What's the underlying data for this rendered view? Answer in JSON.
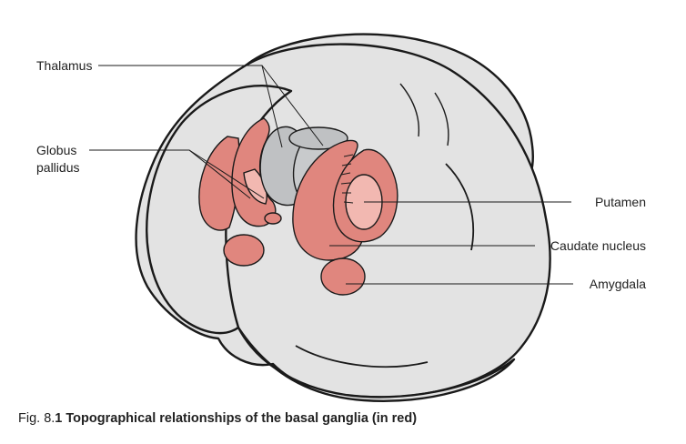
{
  "labels": {
    "thalamus": "Thalamus",
    "globus_line1": "Globus",
    "globus_line2": "pallidus",
    "putamen": "Putamen",
    "caudate": "Caudate nucleus",
    "amygdala": "Amygdala"
  },
  "caption": {
    "prefix": "Fig. 8.",
    "number": "1",
    "title": "Topographical relationships of the basal ganglia (in red)"
  },
  "colors": {
    "brain": "#e3e3e3",
    "basal_ganglia": "#e0867e",
    "basal_ganglia_highlight": "#f2b8b1",
    "thalamus": "#bfc1c3",
    "outline": "#1a1a1a"
  }
}
